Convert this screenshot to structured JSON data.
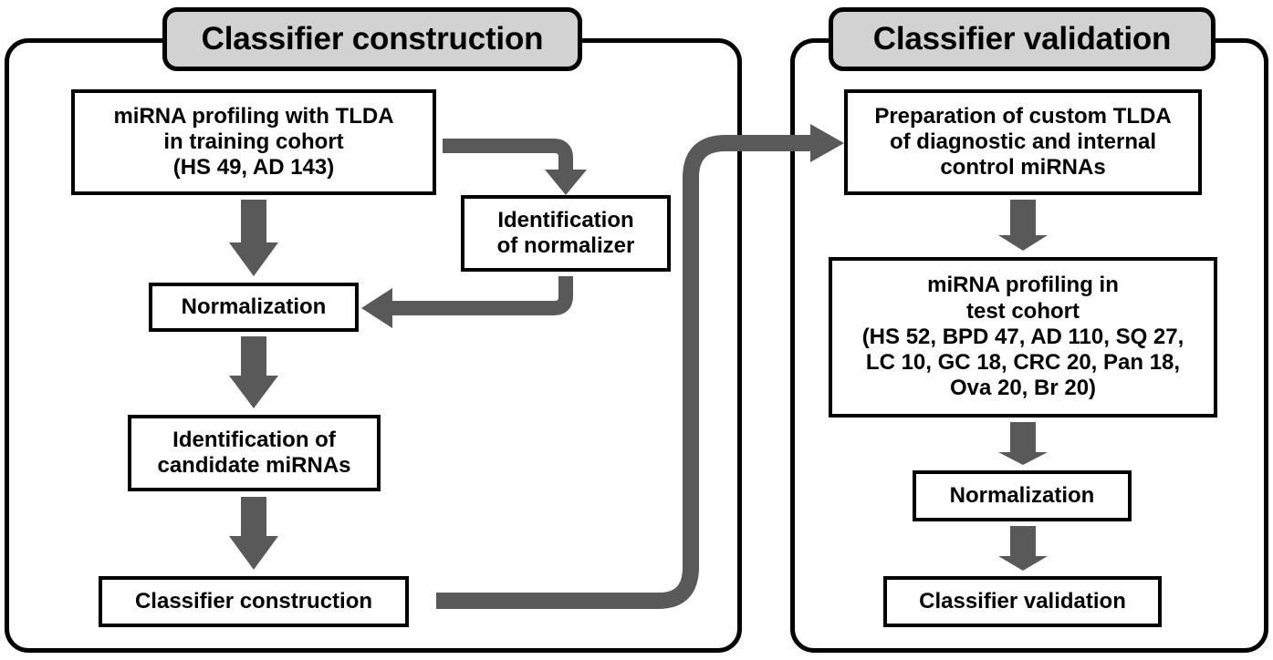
{
  "figure": {
    "type": "flowchart",
    "background": "#ffffff",
    "colors": {
      "outline": "#000000",
      "banner_fill": "#d2d2d2",
      "arrow_gray": "#595959",
      "box_fill": "#ffffff"
    }
  },
  "panels": [
    {
      "id": "classifier-construction",
      "title": "Classifier construction",
      "nodes": [
        {
          "id": "profiling-training",
          "lines": [
            "miRNA profiling with TLDA",
            "in training cohort",
            "(HS 49, AD 143)"
          ]
        },
        {
          "id": "identification-normalizer",
          "lines": [
            "Identification",
            "of normalizer"
          ]
        },
        {
          "id": "normalization-left",
          "lines": [
            "Normalization"
          ]
        },
        {
          "id": "identification-candidate",
          "lines": [
            "Identification of",
            "candidate miRNAs"
          ]
        },
        {
          "id": "classifier-construction-step",
          "lines": [
            "Classifier construction"
          ]
        }
      ]
    },
    {
      "id": "classifier-validation",
      "title": "Classifier validation",
      "nodes": [
        {
          "id": "preparation-custom-tlda",
          "lines": [
            "Preparation of custom TLDA",
            "of diagnostic and internal",
            "control miRNAs"
          ]
        },
        {
          "id": "profiling-test",
          "lines": [
            "miRNA profiling in",
            "test cohort",
            "(HS 52, BPD 47, AD 110, SQ 27,",
            "LC 10, GC 18, CRC 20, Pan 18,",
            "Ova 20, Br 20)"
          ]
        },
        {
          "id": "normalization-right",
          "lines": [
            "Normalization"
          ]
        },
        {
          "id": "classifier-validation-step",
          "lines": [
            "Classifier validation"
          ]
        }
      ]
    }
  ],
  "connectors": [
    {
      "id": "arrow-profiling-to-normalizer",
      "from": "profiling-training",
      "to": "identification-normalizer",
      "style": "elbow-right-down"
    },
    {
      "id": "arrow-profiling-to-normalization",
      "from": "profiling-training",
      "to": "normalization-left",
      "style": "straight-down"
    },
    {
      "id": "arrow-normalizer-to-normalization",
      "from": "identification-normalizer",
      "to": "normalization-left",
      "style": "elbow-down-left"
    },
    {
      "id": "arrow-normalization-to-candidate",
      "from": "normalization-left",
      "to": "identification-candidate",
      "style": "straight-down"
    },
    {
      "id": "arrow-candidate-to-classifier",
      "from": "identification-candidate",
      "to": "classifier-construction-step",
      "style": "straight-down"
    },
    {
      "id": "arrow-classifier-to-preparation",
      "from": "classifier-construction-step",
      "to": "preparation-custom-tlda",
      "style": "elbow-right-up-right"
    },
    {
      "id": "arrow-preparation-to-profiling-test",
      "from": "preparation-custom-tlda",
      "to": "profiling-test",
      "style": "straight-down"
    },
    {
      "id": "arrow-profiling-test-to-normalization",
      "from": "profiling-test",
      "to": "normalization-right",
      "style": "straight-down"
    },
    {
      "id": "arrow-normalization-to-validation",
      "from": "normalization-right",
      "to": "classifier-validation-step",
      "style": "straight-down"
    }
  ]
}
